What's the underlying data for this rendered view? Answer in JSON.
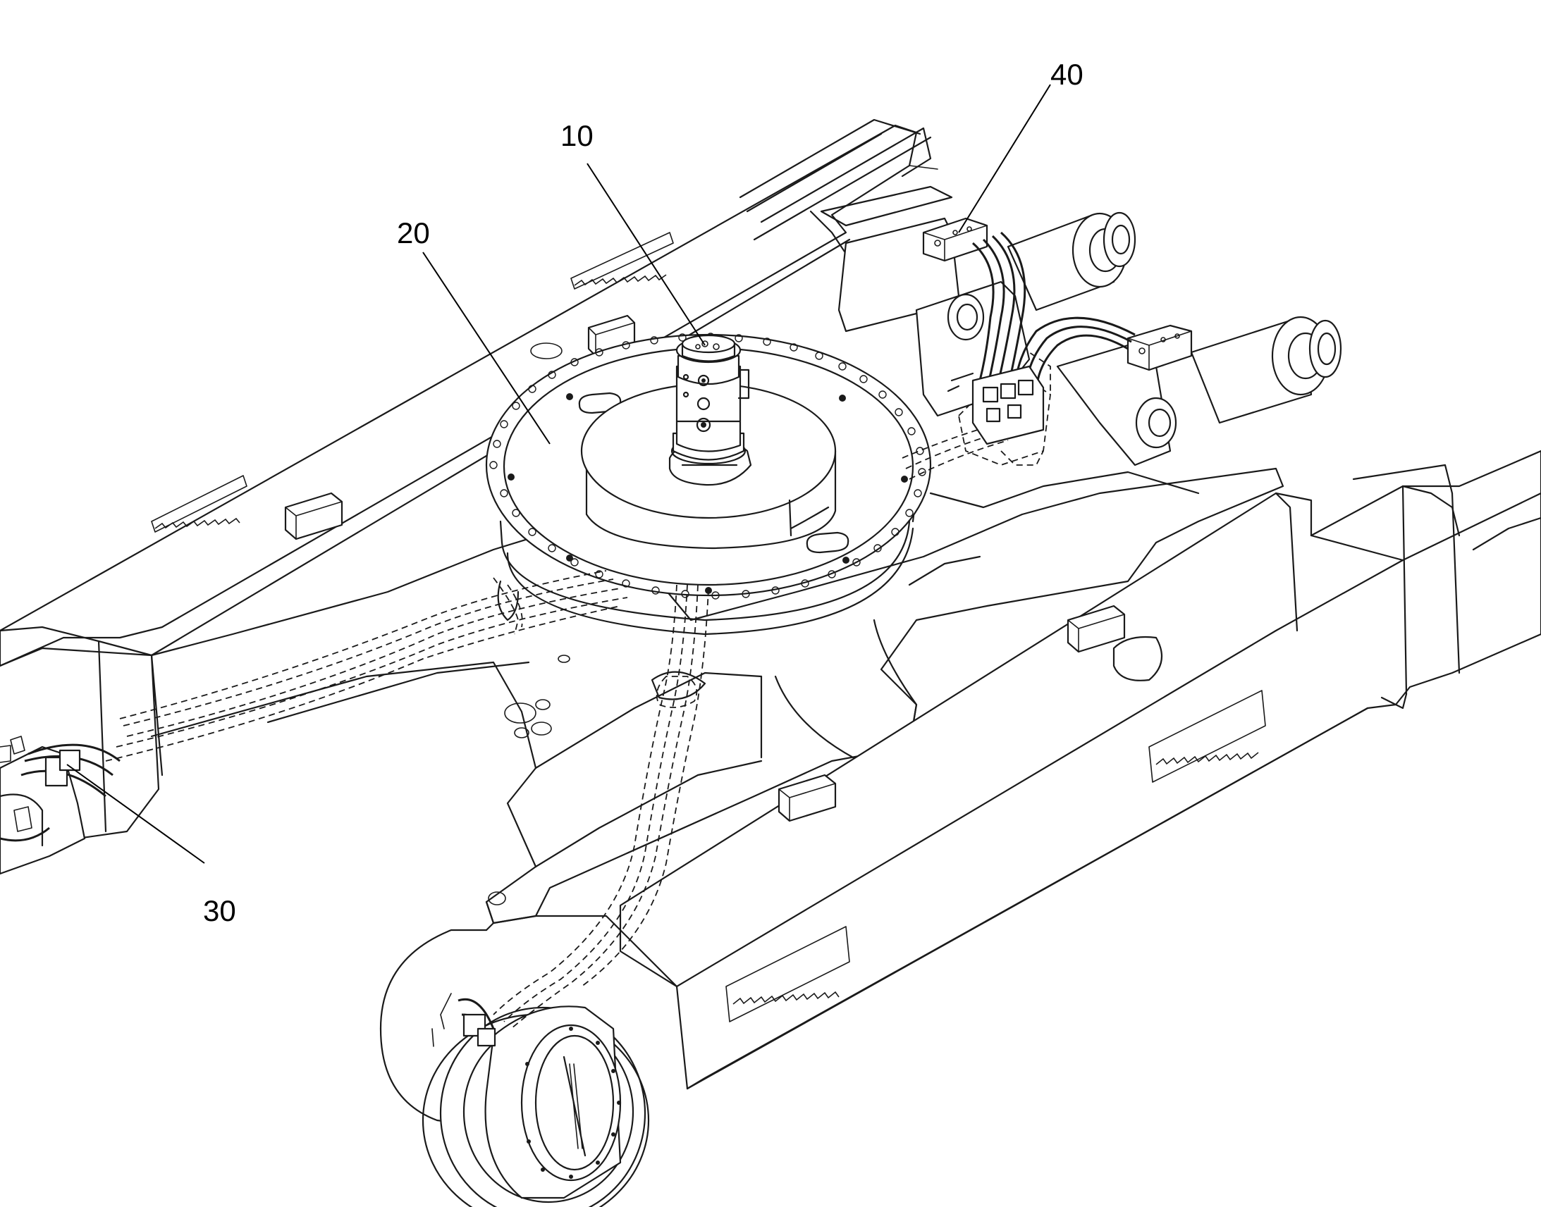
{
  "callouts": {
    "c10": "10",
    "c20": "20",
    "c30": "30",
    "c40": "40"
  }
}
